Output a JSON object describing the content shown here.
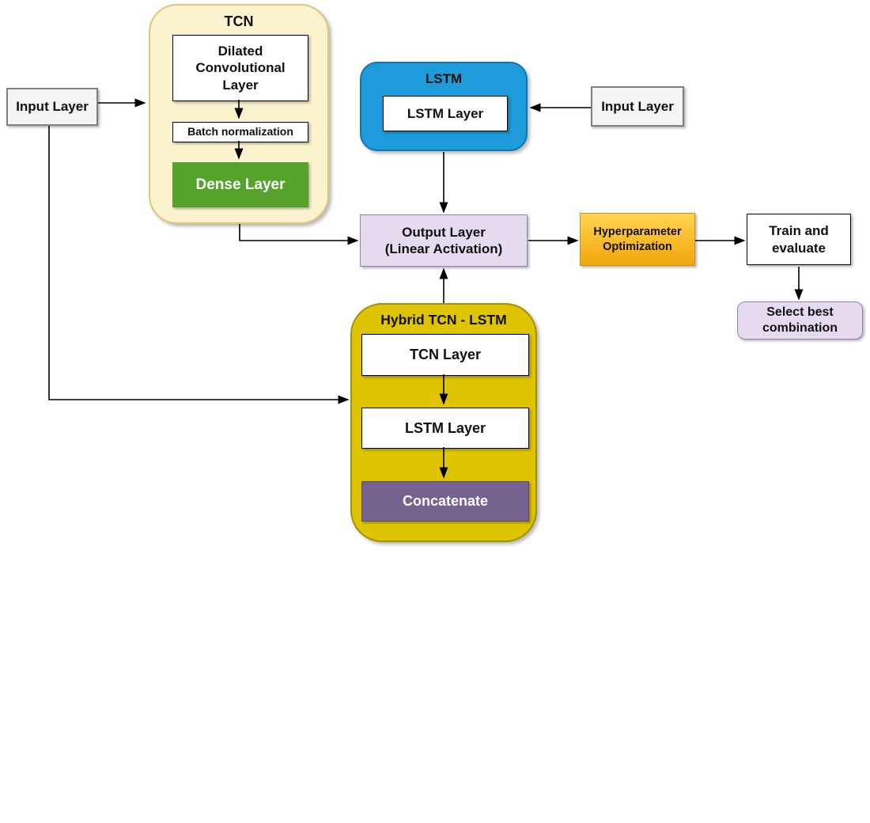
{
  "nodes": {
    "input_left": {
      "label": "Input Layer"
    },
    "input_right": {
      "label": "Input Layer"
    },
    "tcn": {
      "title": "TCN",
      "dilated_label": "Dilated Convolutional Layer",
      "batch_label": "Batch normalization",
      "dense_label": "Dense Layer"
    },
    "lstm": {
      "title": "LSTM",
      "layer_label": "LSTM Layer"
    },
    "output_layer": {
      "line1": "Output Layer",
      "line2": "(Linear Activation)"
    },
    "hyperparameter": {
      "line1": "Hyperparameter",
      "line2": "Optimization"
    },
    "train_evaluate": {
      "line1": "Train and",
      "line2": "evaluate"
    },
    "select_best": {
      "line1": "Select best",
      "line2": "combination"
    },
    "hybrid": {
      "title": "Hybrid TCN - LSTM",
      "tcn_layer_label": "TCN Layer",
      "lstm_layer_label": "LSTM Layer",
      "concatenate_label": "Concatenate"
    }
  },
  "colors": {
    "gray_fill": "#F4F4F4",
    "gray_border": "#7F7F7F",
    "tcn_fill": "#FBF2CE",
    "tcn_border": "#DEC67E",
    "lstm_fill": "#1E9BDB",
    "lstm_border": "#1373AD",
    "hybrid_fill": "#DEC402",
    "hybrid_border": "#A39000",
    "green_fill": "#55A32B",
    "lavender_fill": "#E6DBEE",
    "lavender_border": "#9B80B8",
    "orange_top": "#FFD44F",
    "orange_bottom": "#F1A60C",
    "orange_border": "#D98F16",
    "purple_fill": "#75638F",
    "purple_border": "#5D4C79",
    "arrow": "#000000"
  }
}
